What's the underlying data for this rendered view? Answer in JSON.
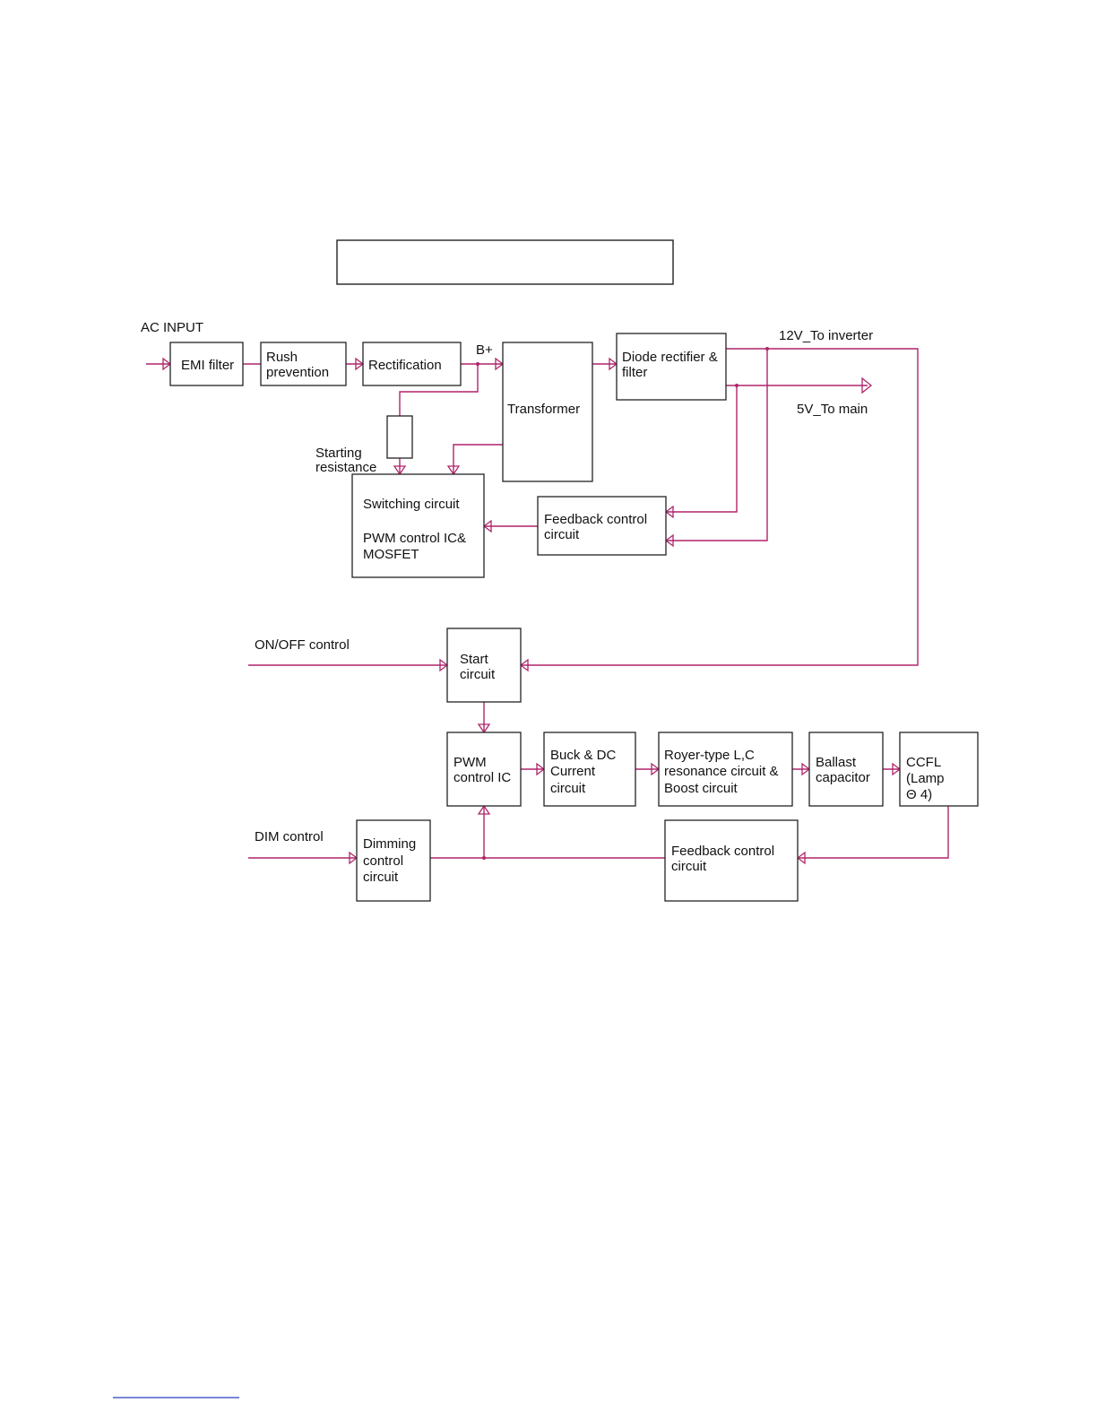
{
  "labels": {
    "ac_input": "AC INPUT",
    "b_plus": "B+",
    "out_12v": "12V_To inverter",
    "out_5v": "5V_To main",
    "starting_resistance": [
      "Starting",
      "resistance"
    ],
    "on_off_control": "ON/OFF control",
    "dim_control": "DIM control"
  },
  "blocks": {
    "emi": [
      "EMI filter"
    ],
    "rush": [
      "Rush",
      "prevention"
    ],
    "rect": [
      "Rectification"
    ],
    "transformer": [
      "Transformer"
    ],
    "diode": [
      "Diode rectifier &",
      "filter"
    ],
    "switching": [
      "Switching circuit",
      "",
      "PWM control IC&",
      "MOSFET"
    ],
    "feedback1": [
      "Feedback control",
      "circuit"
    ],
    "start": [
      "Start",
      "circuit"
    ],
    "pwm": [
      "PWM",
      "control IC"
    ],
    "buck": [
      "Buck & DC",
      "Current",
      "circuit"
    ],
    "royer": [
      "Royer-type L,C",
      "resonance circuit &",
      "Boost circuit"
    ],
    "ballast": [
      "Ballast",
      "capacitor"
    ],
    "ccfl": [
      "CCFL",
      "(Lamp",
      "Θ 4)"
    ],
    "dimming": [
      "Dimming",
      "control",
      "circuit"
    ],
    "feedback2": [
      "Feedback control",
      "circuit"
    ]
  },
  "colors": {
    "wire": "#b0246a",
    "box": "#222222"
  }
}
